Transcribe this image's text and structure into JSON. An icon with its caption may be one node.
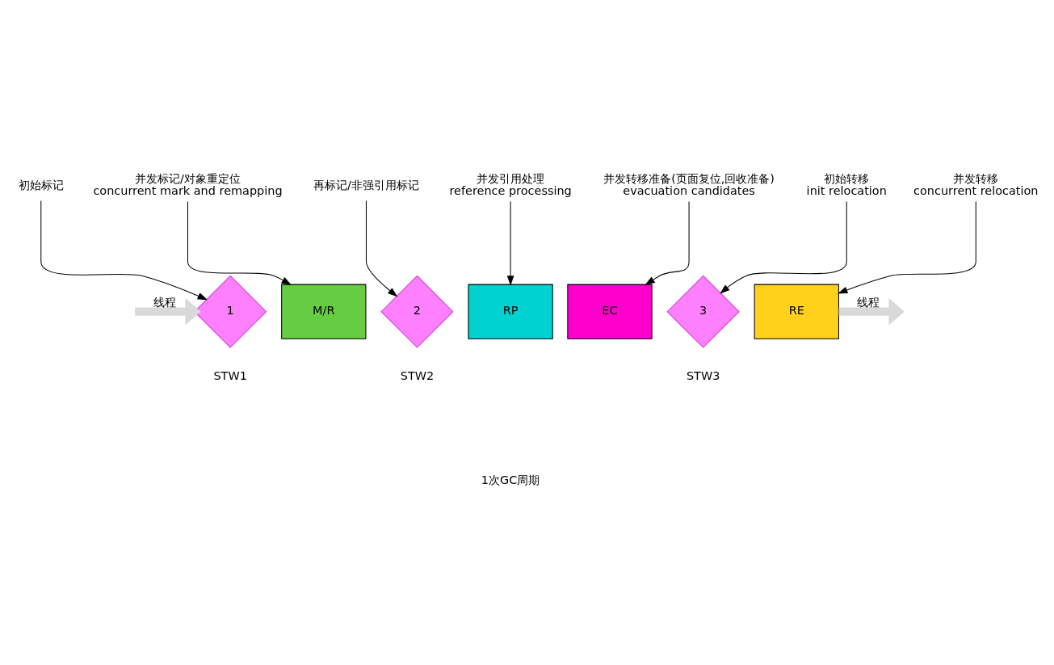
{
  "diagram": {
    "nodes": [
      {
        "text": [
          "初始标记"
        ]
      },
      {
        "text": [
          "并发标记/对象重定位",
          "concurrent mark and remapping"
        ]
      },
      {
        "text": [
          "再标记/非强引用标记"
        ]
      },
      {
        "text": [
          "并发引用处理",
          "reference processing"
        ]
      },
      {
        "text": [
          "并发转移准备(页面复位,回收准备)",
          "evacuation candidates"
        ]
      },
      {
        "text": [
          "初始转移",
          "init relocation"
        ]
      },
      {
        "text": [
          "并发转移",
          "concurrent relocation"
        ]
      },
      {
        "text": [
          "1"
        ],
        "beside": [
          "STW1"
        ]
      },
      {
        "text": [
          "M/R"
        ]
      },
      {
        "text": [
          "2"
        ],
        "beside": [
          "STW2"
        ]
      },
      {
        "text": [
          "RP"
        ]
      },
      {
        "text": [
          "EC"
        ]
      },
      {
        "text": [
          "3"
        ],
        "beside": [
          "STW3"
        ]
      },
      {
        "text": [
          "RE"
        ]
      }
    ],
    "edges": [
      {
        "from": null,
        "to": 7,
        "arrow": "to",
        "label": "线程",
        "style": "thick",
        "color": "#d9d9d9"
      },
      {
        "from": 0,
        "to": 7,
        "arrow": "to"
      },
      {
        "from": 1,
        "to": 8,
        "arrow": "to"
      },
      {
        "from": 2,
        "to": 9,
        "arrow": "to"
      },
      {
        "from": 3,
        "to": 10,
        "arrow": "to"
      },
      {
        "from": 4,
        "to": 11,
        "arrow": "to"
      },
      {
        "from": 5,
        "to": 12,
        "arrow": "to"
      },
      {
        "from": 6,
        "to": 13,
        "arrow": "to"
      },
      {
        "from": 13,
        "to": null,
        "arrow": "to",
        "label": "线程",
        "style": "thick",
        "color": "#d9d9d9"
      }
    ],
    "labels": [
      "1次GC周期"
    ]
  }
}
